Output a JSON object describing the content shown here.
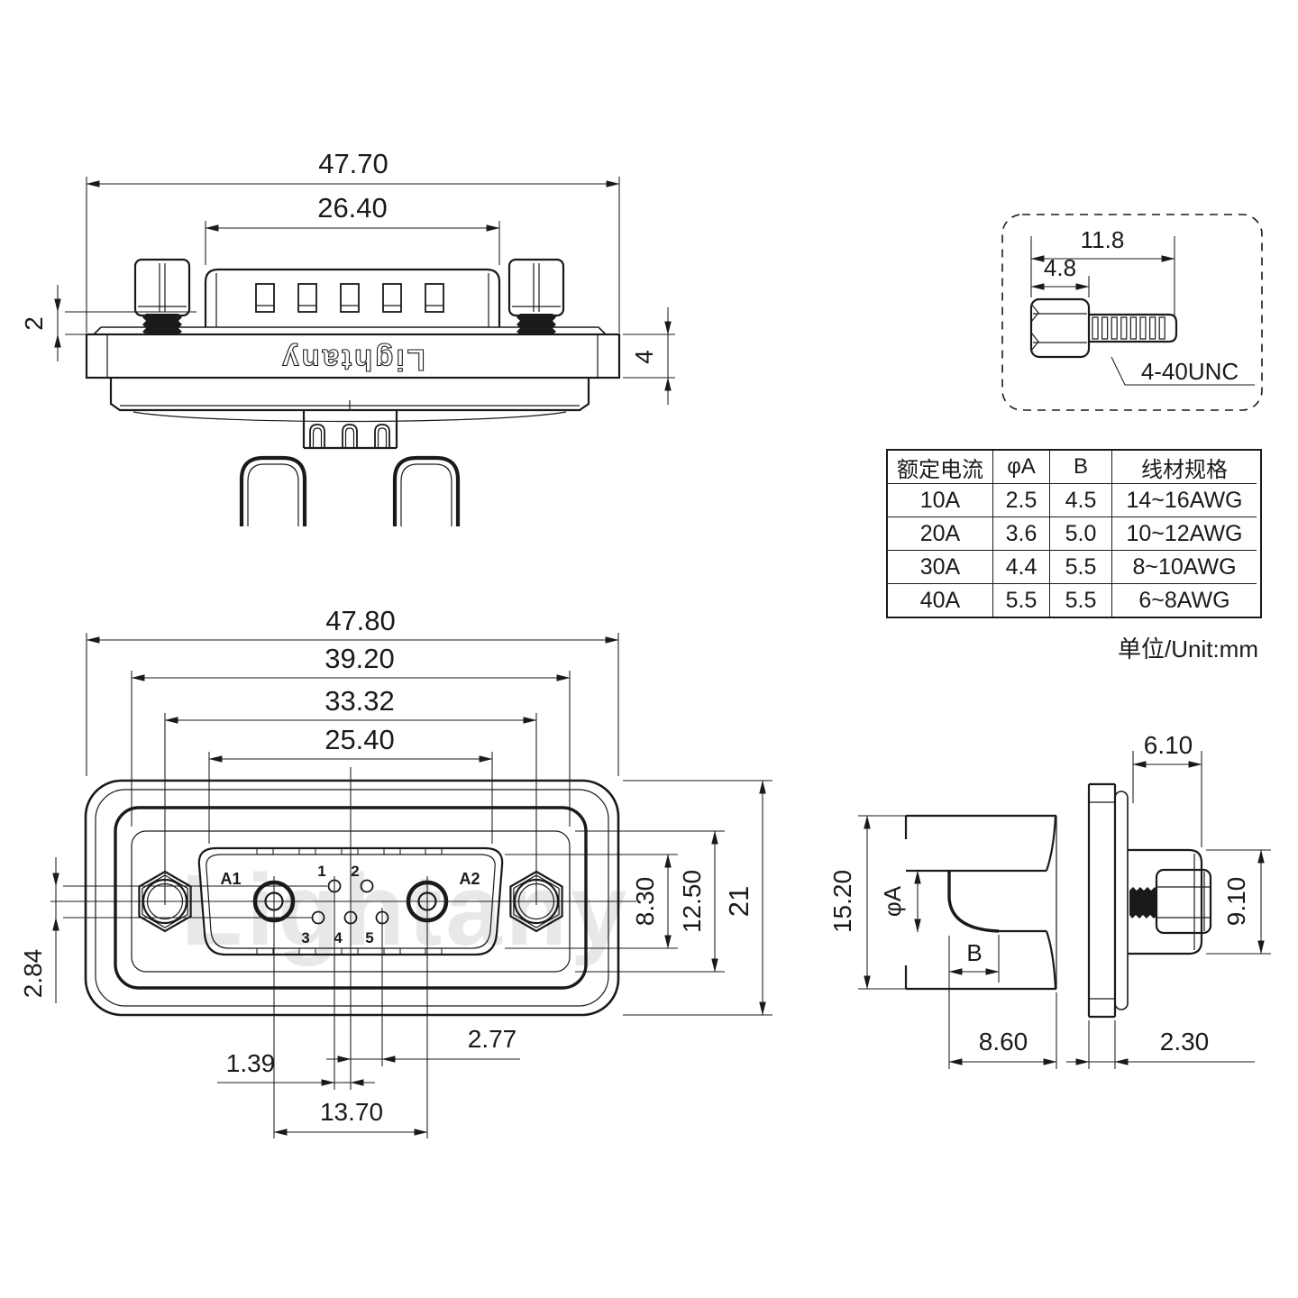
{
  "watermark": "Lightany",
  "top_view": {
    "brand_engraving": "Lightany",
    "dim_total_width": "47.70",
    "dim_shell_width": "26.40",
    "dim_screw_standoff": "2",
    "dim_flange_thickness": "4"
  },
  "screw_detail": {
    "dim_total_length": "11.8",
    "dim_head_length": "4.8",
    "thread_spec": "4-40UNC"
  },
  "spec_table": {
    "headers": [
      "额定电流",
      "φA",
      "B",
      "线材规格"
    ],
    "rows": [
      [
        "10A",
        "2.5",
        "4.5",
        "14~16AWG"
      ],
      [
        "20A",
        "3.6",
        "5.0",
        "10~12AWG"
      ],
      [
        "30A",
        "4.4",
        "5.5",
        "8~10AWG"
      ],
      [
        "40A",
        "5.5",
        "5.5",
        "6~8AWG"
      ]
    ],
    "unit_note": "单位/Unit:mm"
  },
  "front_view": {
    "dim_total_width": "47.80",
    "dim_gasket_width": "39.20",
    "dim_screw_span": "33.32",
    "dim_opening_width": "25.40",
    "dim_pin_row_gap": "2.84",
    "dim_pin_pitch": "2.77",
    "dim_row_offset": "1.39",
    "dim_power_pin_span": "13.70",
    "dim_opening_height": "8.30",
    "dim_gasket_height": "12.50",
    "dim_total_height": "21",
    "pins": {
      "a1": "A1",
      "a2": "A2",
      "p1": "1",
      "p2": "2",
      "p3": "3",
      "p4": "4",
      "p5": "5"
    }
  },
  "side_view": {
    "dim_front_protrusion": "6.10",
    "dim_body_height": "15.20",
    "dim_cup_diameter": "φA",
    "dim_cup_depth_label": "B",
    "dim_shell_height": "9.10",
    "dim_rear_length": "8.60",
    "dim_flange_thickness": "2.30"
  }
}
